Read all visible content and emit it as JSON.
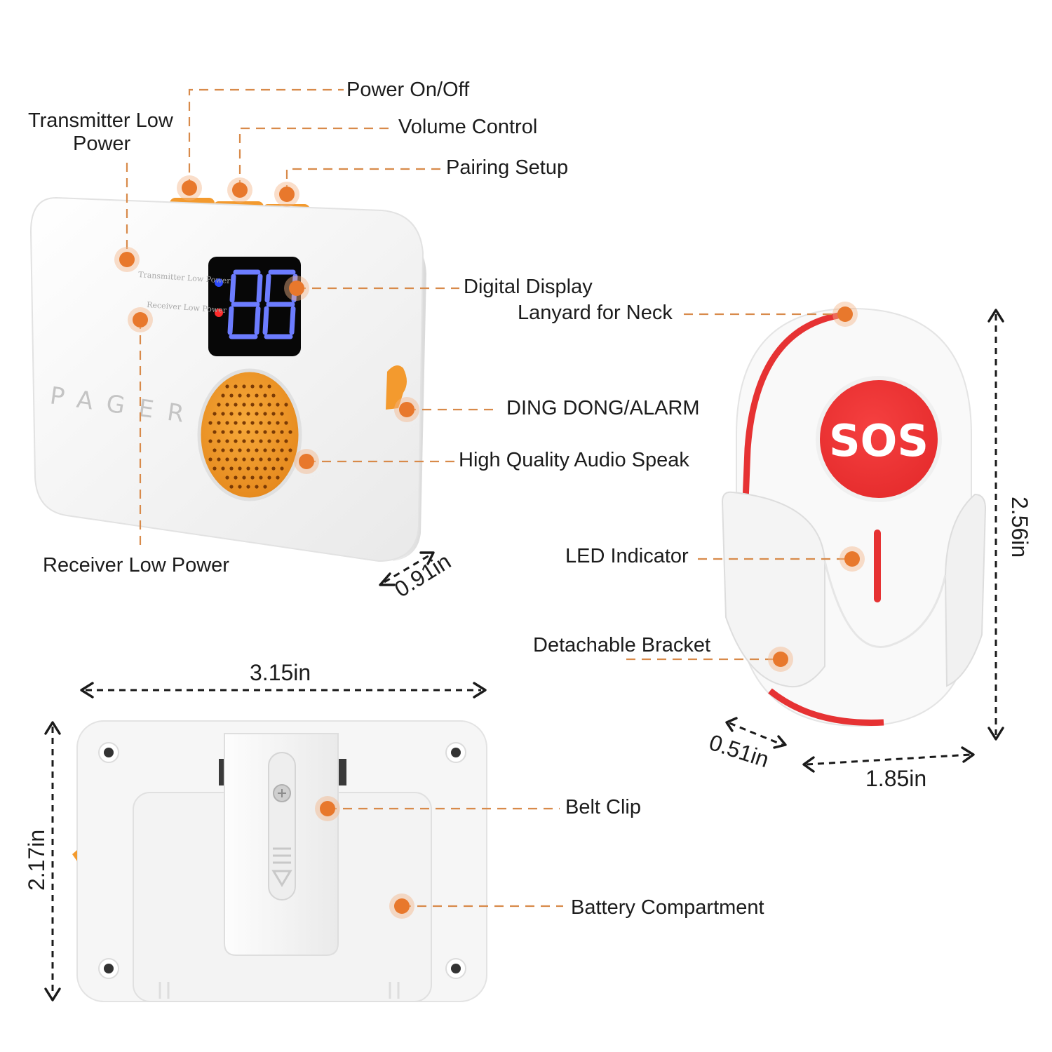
{
  "labels": {
    "power_on_off": "Power On/Off",
    "transmitter_low_power_1": "Transmitter Low",
    "transmitter_low_power_2": "Power",
    "volume_control": "Volume Control",
    "pairing_setup": "Pairing Setup",
    "digital_display": "Digital Display",
    "lanyard_for_neck": "Lanyard for Neck",
    "ding_dong_alarm": "DING DONG/ALARM",
    "high_quality_audio": "High Quality Audio Speak",
    "receiver_low_power": "Receiver Low Power",
    "led_indicator": "LED Indicator",
    "detachable_bracket": "Detachable Bracket",
    "belt_clip": "Belt Clip",
    "battery_compartment": "Battery Compartment"
  },
  "device_text": {
    "brand": "PAGER",
    "display_digits": "88",
    "transmitter_indicator": "Transmitter Low Power",
    "receiver_indicator": "Receiver Low Power",
    "sos_button": "SOS"
  },
  "dimensions": {
    "receiver_depth": "0.91in",
    "receiver_width": "3.15in",
    "receiver_height": "2.17in",
    "button_height": "2.56in",
    "button_depth": "0.51in",
    "button_width": "1.85in"
  },
  "colors": {
    "accent_orange": "#e8782c",
    "speaker_orange": "#f09a2a",
    "sos_red": "#ee3536",
    "display_blue": "#5b6bff",
    "device_white": "#f7f7f7"
  }
}
